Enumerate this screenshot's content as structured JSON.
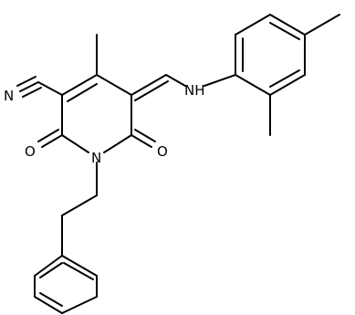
{
  "structure": {
    "atom_labels": {
      "nitrile_n": "N",
      "ring_n": "N",
      "oxo_left": "O",
      "oxo_right": "O",
      "amine_nh": "NH"
    },
    "colors": {
      "bond": "#000000",
      "label": "#000000",
      "background": "#ffffff"
    }
  }
}
